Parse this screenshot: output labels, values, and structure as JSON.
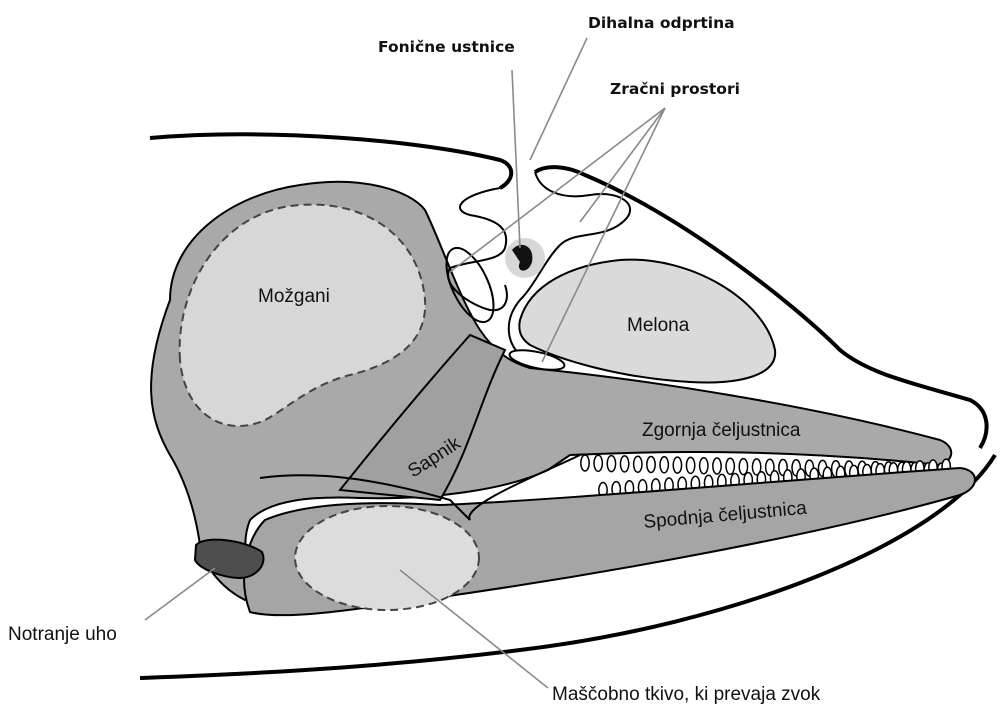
{
  "labels": {
    "blowhole": "Dihalna odprtina",
    "phonic_lips": "Fonične ustnice",
    "air_spaces": "Zračni prostori",
    "brain": "Možgani",
    "melon": "Melona",
    "larynx": "Sapnik",
    "upper_jaw": "Zgornja čeljustnica",
    "lower_jaw": "Spodnja čeljustnica",
    "inner_ear": "Notranje uho",
    "fatty_tissue": "Maščobno tkivo, ki prevaja zvok"
  },
  "colors": {
    "skull": "#a9a9a9",
    "brain": "#d7d7d7",
    "melon": "#dadada",
    "jaw": "#a5a5a5",
    "fat": "#dcdcdc",
    "ear": "#4e4e4e",
    "outline": "#000000",
    "leader": "#8a8a8a"
  }
}
